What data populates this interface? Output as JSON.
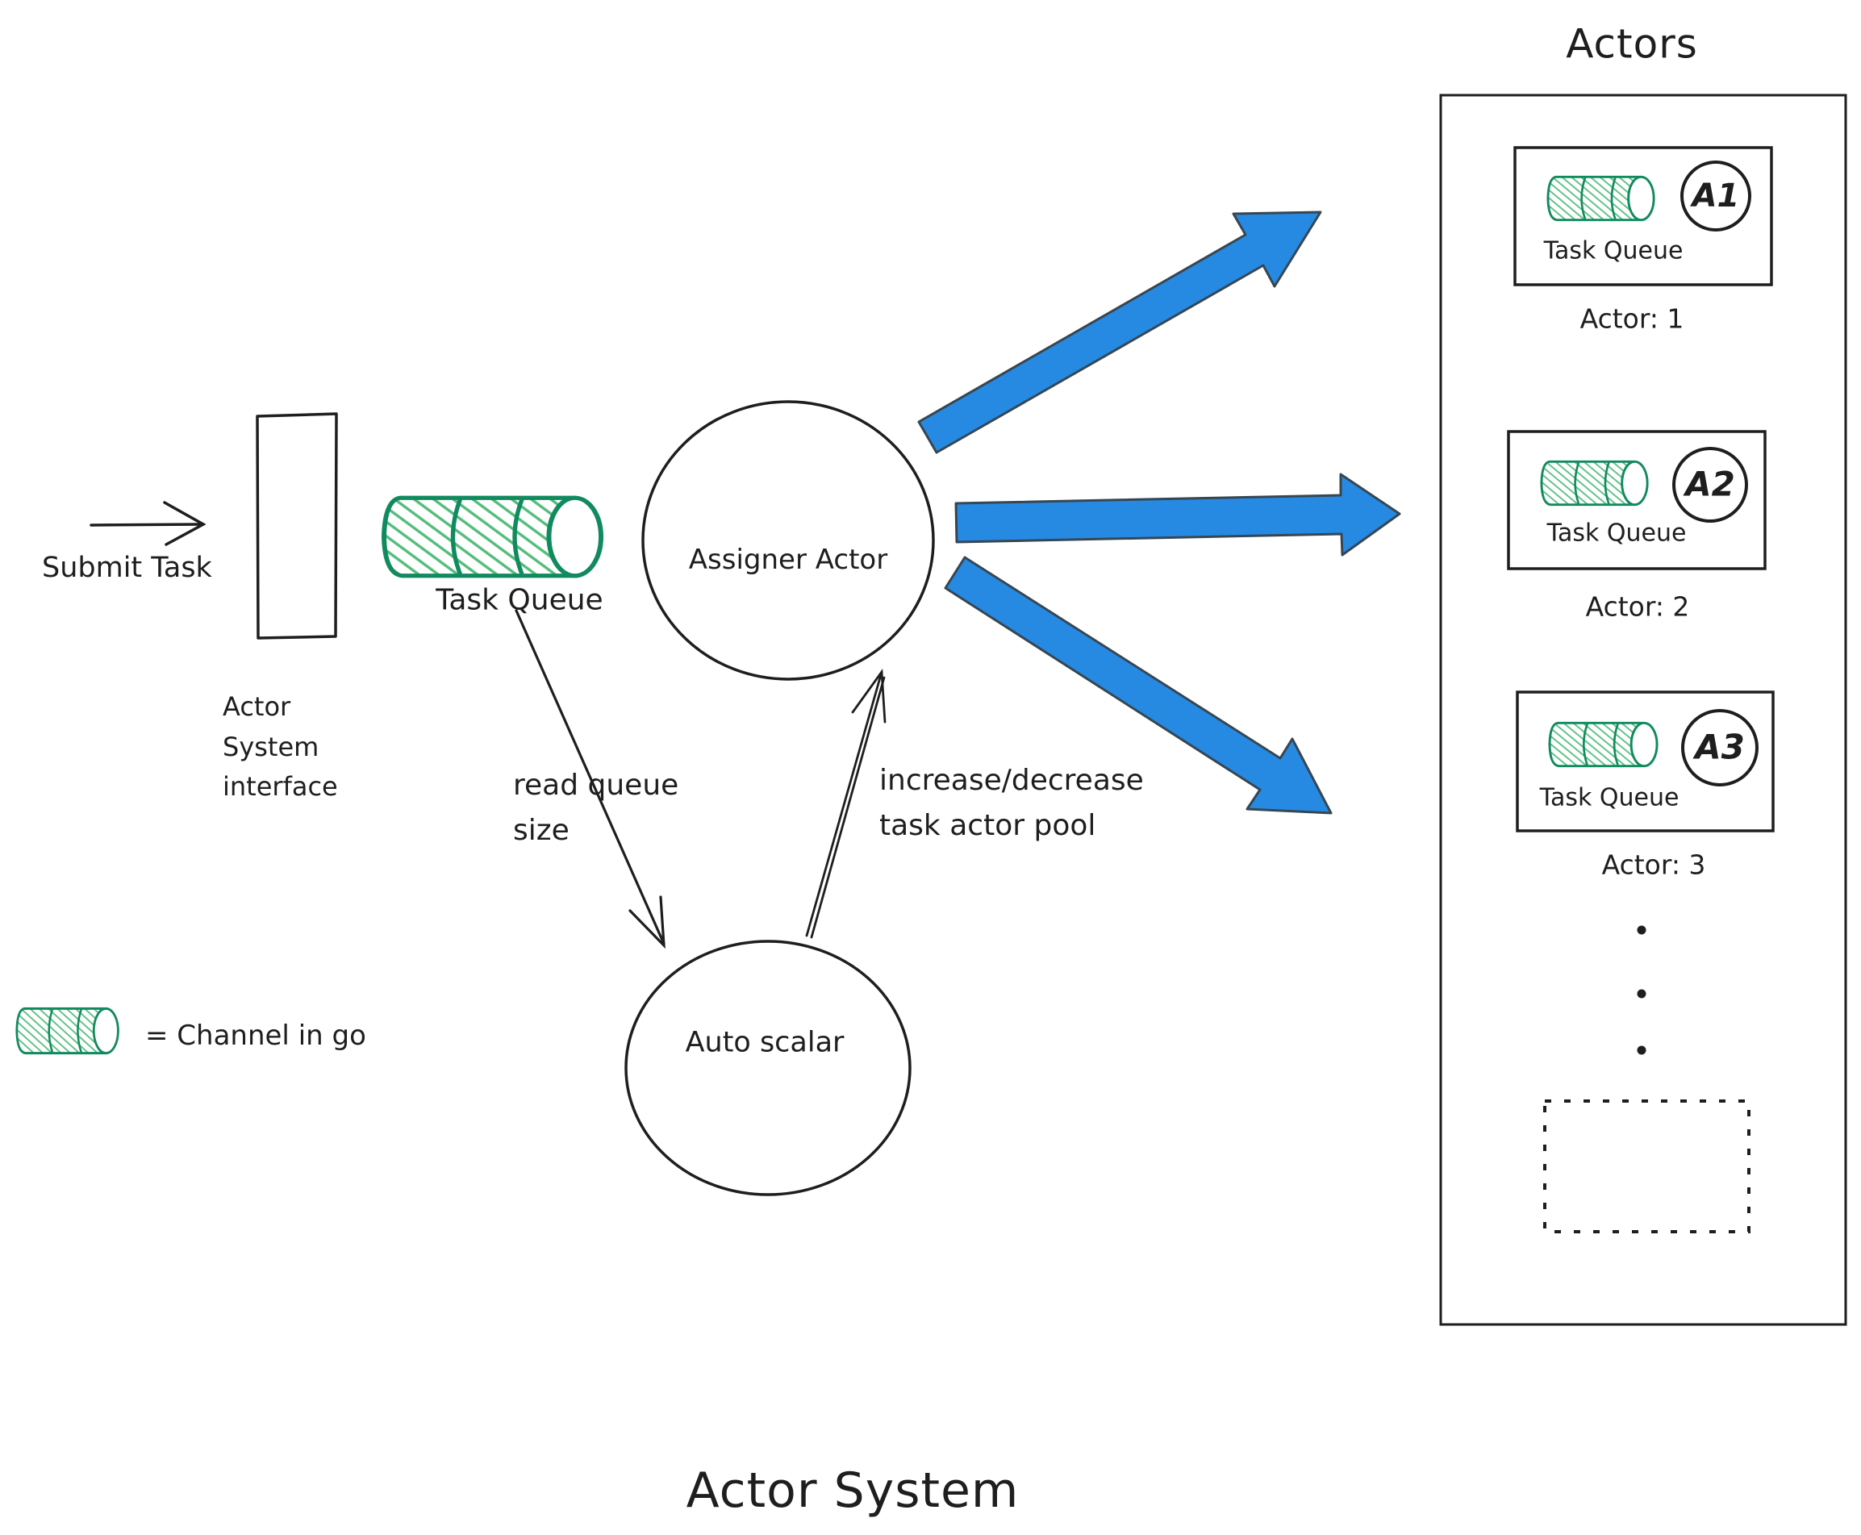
{
  "diagram_title": "Actor System",
  "left_flow": {
    "submit_label": "Submit Task",
    "interface_label_lines": [
      "Actor",
      "System",
      "interface"
    ],
    "queue_label": "Task Queue"
  },
  "assigner": {
    "label": "Assigner Actor"
  },
  "auto_scaler": {
    "label": "Auto scalar"
  },
  "edges": {
    "read_queue_size": [
      "read queue",
      "size"
    ],
    "scale_pool": [
      "increase/decrease",
      "task actor pool"
    ]
  },
  "legend": {
    "label": "= Channel in go"
  },
  "actors_panel": {
    "title": "Actors",
    "actors": [
      {
        "badge": "A1",
        "queue_label": "Task Queue",
        "caption": "Actor: 1"
      },
      {
        "badge": "A2",
        "queue_label": "Task Queue",
        "caption": "Actor: 2"
      },
      {
        "badge": "A3",
        "queue_label": "Task Queue",
        "caption": "Actor: 3"
      }
    ]
  },
  "colors": {
    "ink": "#1e1e1e",
    "channel_stroke": "#128a5f",
    "channel_hatch": "#54bd7c",
    "arrow_fill": "#268ae3",
    "arrow_outline": "#364652"
  }
}
